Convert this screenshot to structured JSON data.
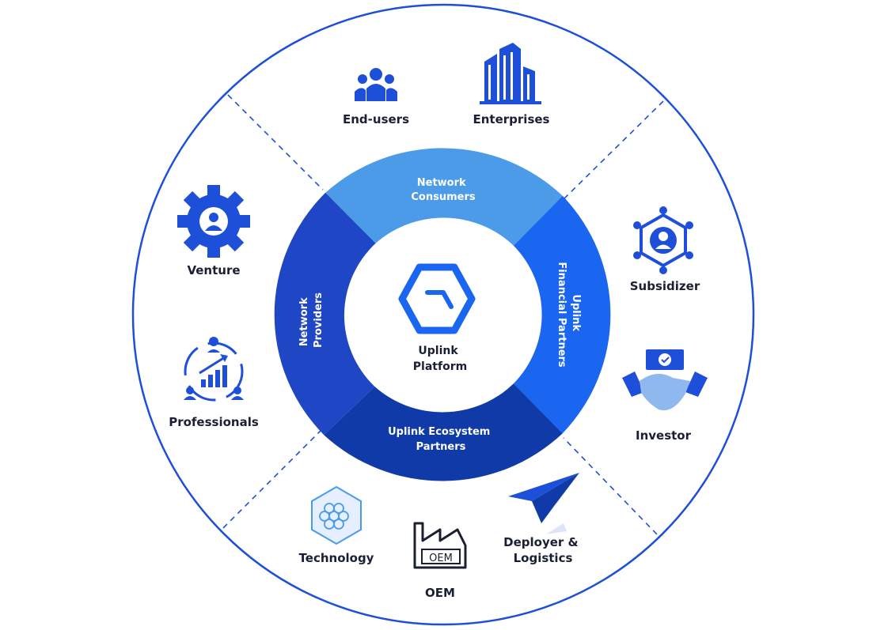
{
  "diagram": {
    "center": {
      "line1": "Uplink",
      "line2": "Platform"
    },
    "segments": {
      "top": {
        "line1": "Network",
        "line2": "Consumers"
      },
      "right": {
        "line1": "Uplink",
        "line2": "Financial Partners"
      },
      "bottom": {
        "line1": "Uplink Ecosystem",
        "line2": "Partners"
      },
      "left": {
        "line1": "Network",
        "line2": "Providers"
      }
    },
    "outer_labels": {
      "end_users": "End-users",
      "enterprises": "Enterprises",
      "subsidizer": "Subsidizer",
      "investor": "Investor",
      "deployer_line1": "Deployer &",
      "deployer_line2": "Logistics",
      "oem": "OEM",
      "oem_badge": "OEM",
      "technology": "Technology",
      "professionals": "Professionals",
      "venture": "Venture"
    },
    "colors": {
      "outer_ring": "#1d4fd8",
      "segment_top": "#4b9be8",
      "segment_right": "#1a66f0",
      "segment_bottom": "#0f3aa8",
      "segment_left": "#1f46c4",
      "icon_blue": "#1d4fd8",
      "text": "#1b1f33"
    }
  }
}
